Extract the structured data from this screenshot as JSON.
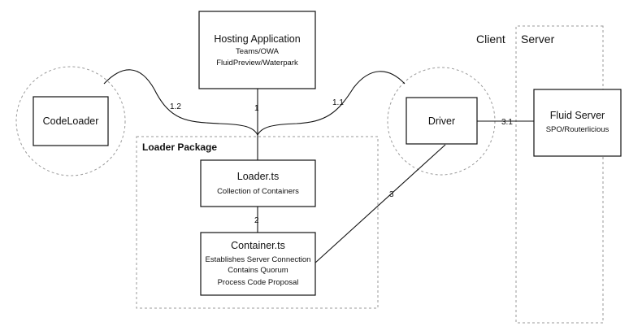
{
  "zones": {
    "client_label": "Client",
    "server_label": "Server"
  },
  "groups": {
    "loader_package_label": "Loader Package"
  },
  "nodes": {
    "hosting_app": {
      "title": "Hosting Application",
      "line1": "Teams/OWA",
      "line2": "FluidPreview/Waterpark"
    },
    "code_loader": {
      "title": "CodeLoader"
    },
    "driver": {
      "title": "Driver"
    },
    "fluid_server": {
      "title": "Fluid Server",
      "line1": "SPO/Routerlicious"
    },
    "loader": {
      "title": "Loader.ts",
      "line1": "Collection of Containers"
    },
    "container": {
      "title": "Container.ts",
      "line1": "Establishes Server Connection",
      "line2": "Contains Quorum",
      "line3": "Process Code Proposal"
    }
  },
  "edges": {
    "e1": "1",
    "e1_1": "1.1",
    "e1_2": "1.2",
    "e2": "2",
    "e3": "3",
    "e3_1": "3.1"
  },
  "colors": {
    "stroke": "#111111",
    "dashed": "#9a9a9a",
    "background": "#ffffff"
  }
}
